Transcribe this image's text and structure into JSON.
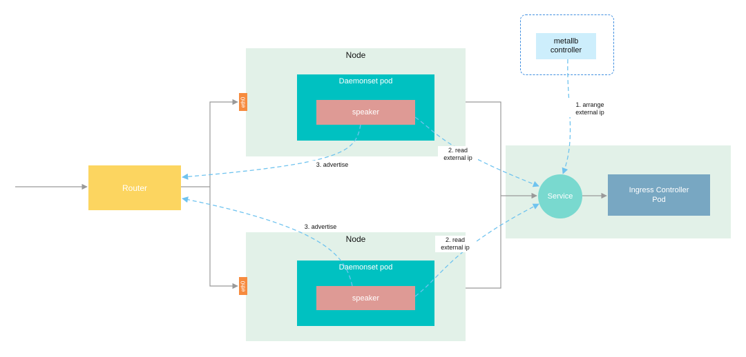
{
  "node_top": {
    "title": "Node",
    "pod_title": "Daemonset pod",
    "speaker": "speaker",
    "eth": "eth0"
  },
  "node_bottom": {
    "title": "Node",
    "pod_title": "Daemonset pod",
    "speaker": "speaker",
    "eth": "eth0"
  },
  "router": "Router",
  "service": "Service",
  "ingress": "Ingress Controller Pod",
  "metallb": "metallb controller",
  "edge_labels": {
    "arrange": "1. arrange external ip",
    "read_top": "2. read external ip",
    "read_bottom": "2. read external ip",
    "advertise_top": "3. advertise",
    "advertise_bottom": "3. advertise"
  },
  "colors": {
    "node_bg": "#e2f1e8",
    "pod": "#00c1c1",
    "speaker": "#de9a95",
    "eth": "#f68b3f",
    "router": "#fcd560",
    "service": "#79d9cf",
    "ingress": "#78a7c2",
    "metallb": "#cdeefc",
    "dashed_arrow": "#6fc3ef",
    "solid_line": "#999999"
  }
}
